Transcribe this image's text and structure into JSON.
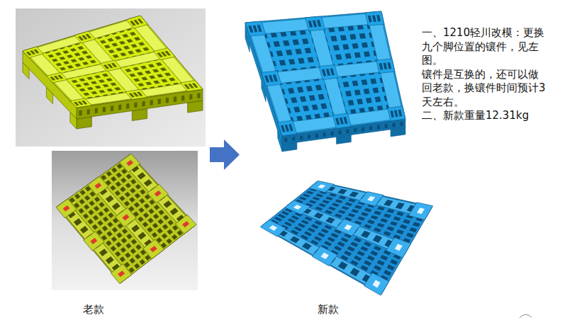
{
  "diagram": {
    "labels": [
      "一、1210轻川改模：更换",
      "九个脚位置的镶件，见左",
      "图。",
      "镶件是互换的，还可以做",
      "回老款，换镶件时间预计3",
      "天左右。",
      "二、新款重量12.31kg",
      "老款",
      "新款"
    ]
  }
}
